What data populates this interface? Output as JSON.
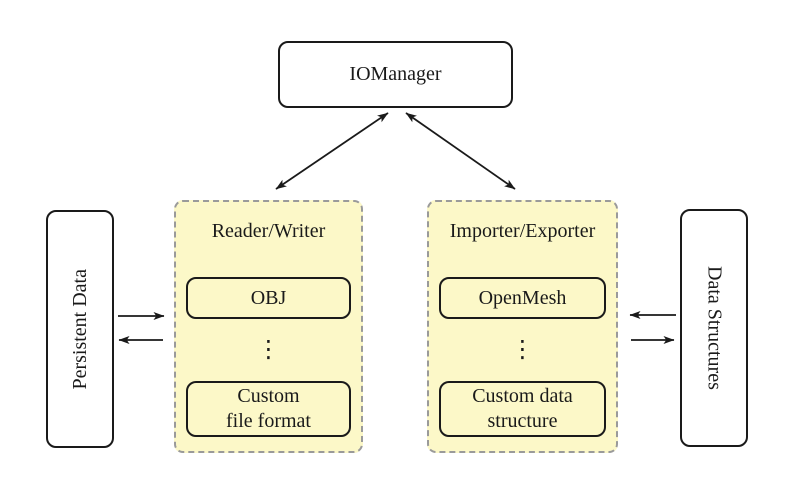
{
  "colors": {
    "background": "#ffffff",
    "group_fill": "#fcf8c8",
    "group_dashed_border": "#9a9a9a",
    "line": "#1a1a1a"
  },
  "nodes": {
    "io_manager": {
      "label": "IOManager"
    },
    "persistent_data": {
      "label": "Persistent Data"
    },
    "data_structures": {
      "label": "Data Structures"
    },
    "reader_writer": {
      "title": "Reader/Writer",
      "items": [
        "OBJ",
        "Custom\nfile format"
      ],
      "ellipsis": "⋮"
    },
    "importer_exporter": {
      "title": "Importer/Exporter",
      "items": [
        "OpenMesh",
        "Custom data\nstructure"
      ],
      "ellipsis": "⋮"
    }
  }
}
